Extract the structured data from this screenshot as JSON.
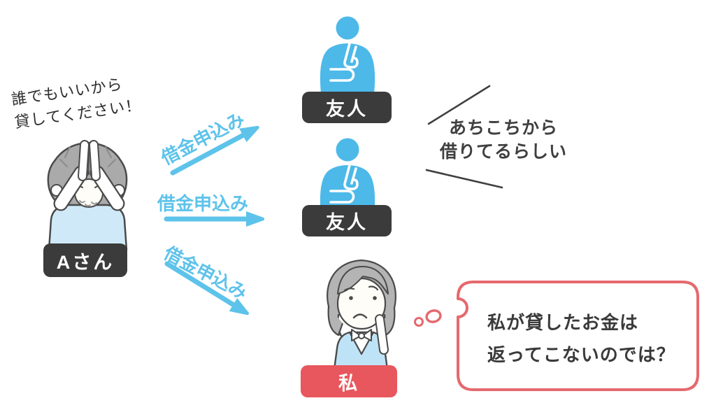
{
  "diagram": {
    "plea": {
      "line1": "誰でもいいから",
      "line2": "貸してください！"
    },
    "person_a": {
      "label": "Aさん"
    },
    "arrows": [
      {
        "label": "借金申込み"
      },
      {
        "label": "借金申込み"
      },
      {
        "label": "借金申込み"
      }
    ],
    "recipients": [
      {
        "label": "友人"
      },
      {
        "label": "友人"
      },
      {
        "label": "私"
      }
    ],
    "rumor": {
      "line1": "あちこちから",
      "line2": "借りてるらしい"
    },
    "thought": {
      "line1": "私が貸したお金は",
      "line2": "返ってこないのでは？"
    },
    "colors": {
      "arrow_blue": "#5ec3ea",
      "figure_blue": "#4cb9e9",
      "label_dark_bg": "#3b3b3b",
      "label_red_bg": "#e8575d",
      "bubble_border": "#e5696e",
      "text_dark": "#3f3f3f",
      "hair_gray": "#aaaaaa",
      "shirt_blue": "#cfe9f8"
    }
  }
}
